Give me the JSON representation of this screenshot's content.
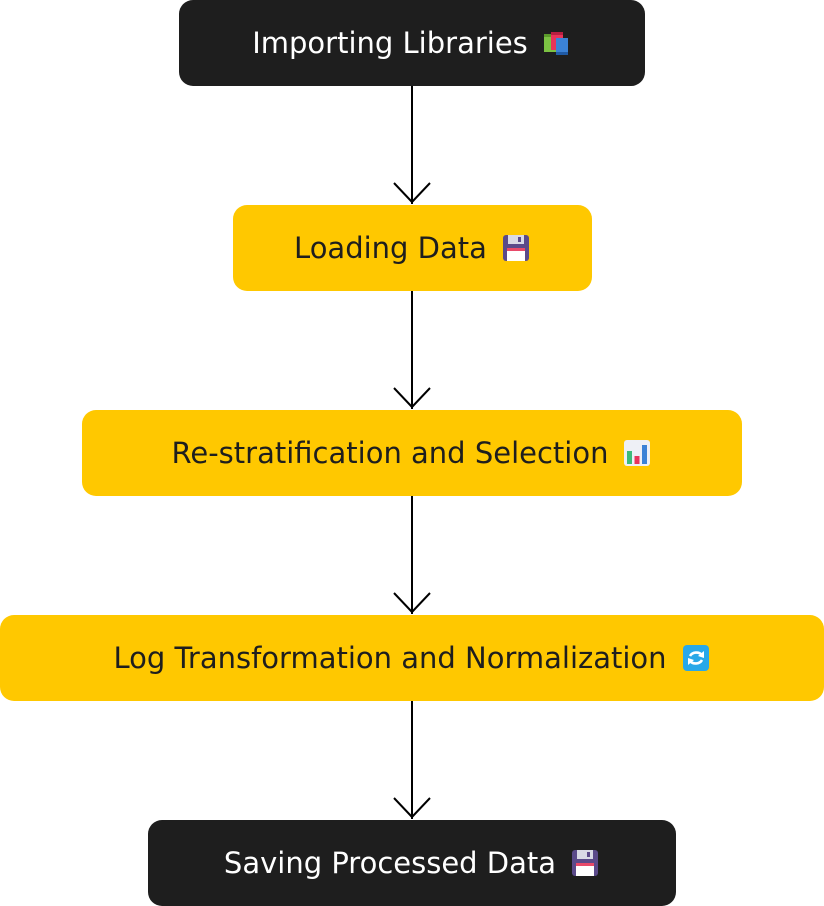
{
  "flowchart": {
    "steps": [
      {
        "id": "import",
        "label": "Importing Libraries",
        "icon": "books-icon",
        "color": "#1e1e1e"
      },
      {
        "id": "load",
        "label": "Loading Data",
        "icon": "floppy-disk-icon",
        "color": "#ffc800"
      },
      {
        "id": "restrat",
        "label": "Re-stratification and Selection",
        "icon": "bar-chart-icon",
        "color": "#ffc800"
      },
      {
        "id": "lognorm",
        "label": "Log Transformation and Normalization",
        "icon": "refresh-arrows-icon",
        "color": "#ffc800"
      },
      {
        "id": "save",
        "label": "Saving Processed Data",
        "icon": "floppy-disk-icon",
        "color": "#1e1e1e"
      }
    ],
    "edges": [
      {
        "from": "import",
        "to": "load"
      },
      {
        "from": "load",
        "to": "restrat"
      },
      {
        "from": "restrat",
        "to": "lognorm"
      },
      {
        "from": "lognorm",
        "to": "save"
      }
    ]
  }
}
